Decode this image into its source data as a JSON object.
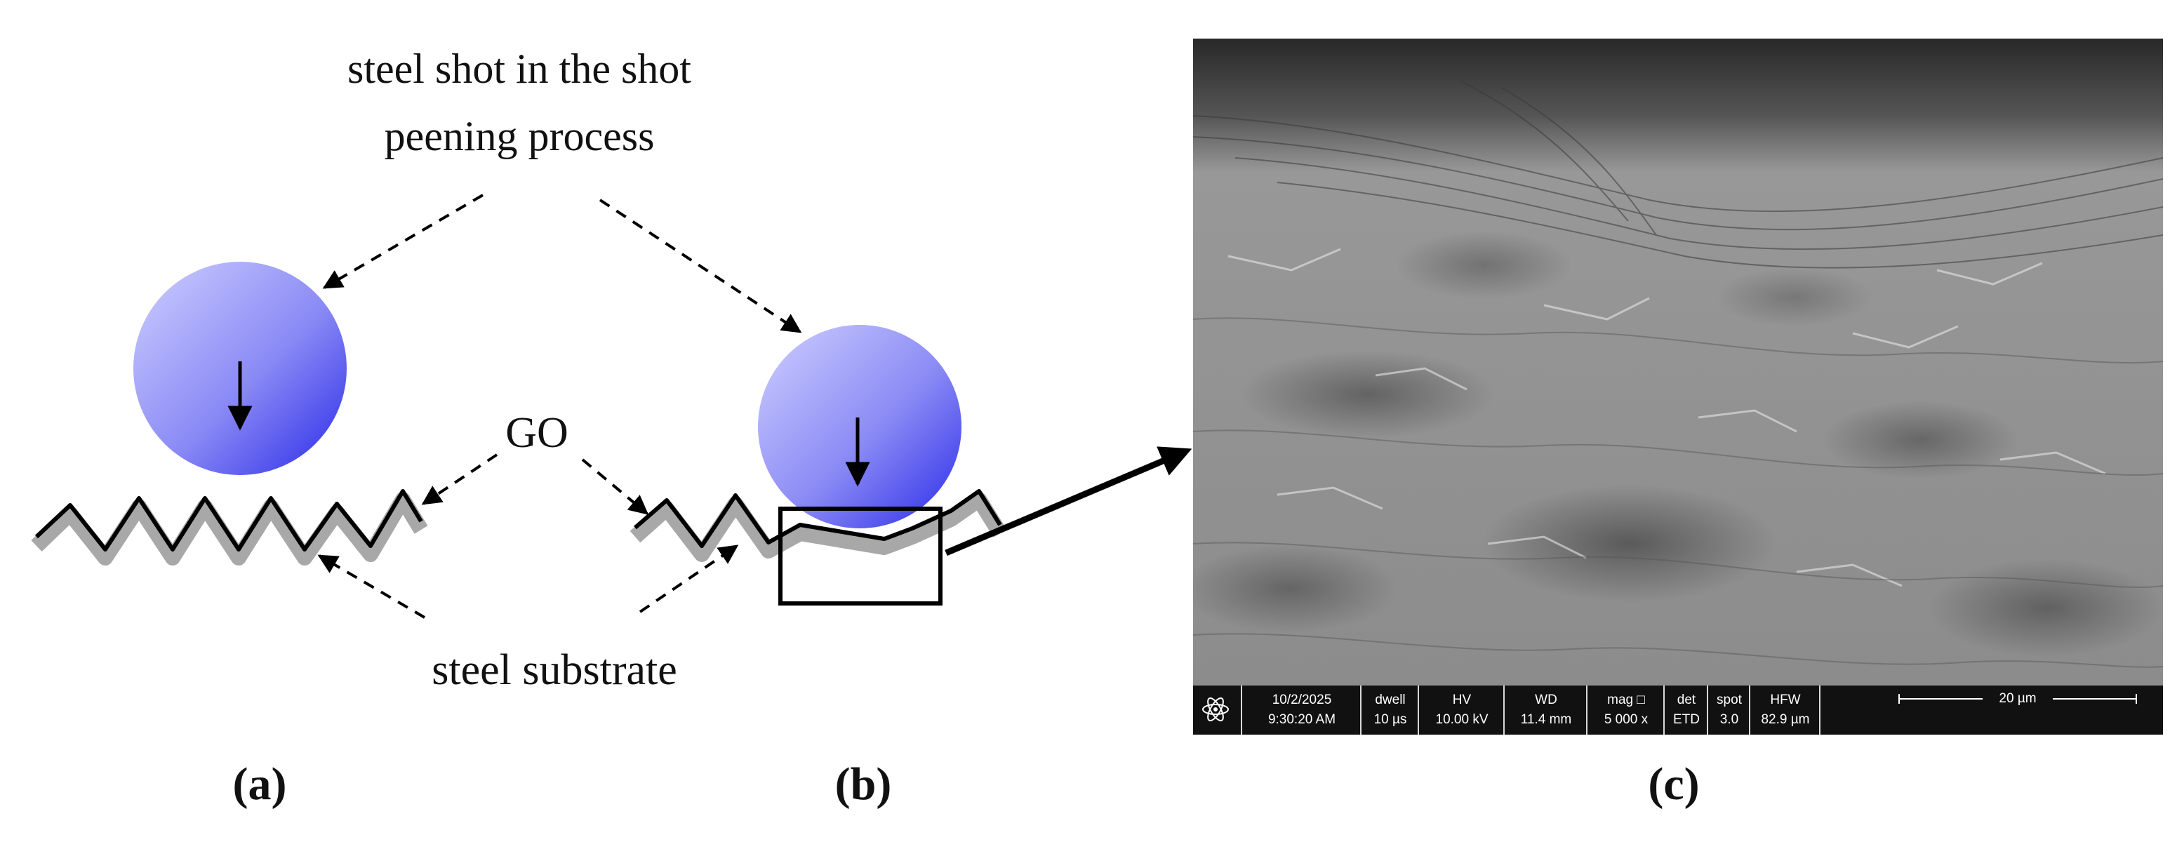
{
  "diagram": {
    "title_line1": "steel shot in the shot",
    "title_line2": "peening process",
    "go_label": "GO",
    "substrate_label": "steel substrate",
    "panels": [
      "(a)",
      "(b)",
      "(c)"
    ],
    "colors": {
      "shot_light": "#c9c9ff",
      "shot_dark": "#2a2ae8",
      "outline": "#000000",
      "coating": "#a8a8a8"
    }
  },
  "sem_bar": {
    "date": "10/2/2025",
    "time": "9:30:20 AM",
    "dwell_label": "dwell",
    "dwell_value": "10 µs",
    "hv_label": "HV",
    "hv_value": "10.00 kV",
    "wd_label": "WD",
    "wd_value": "11.4 mm",
    "mag_label": "mag □",
    "mag_value": "5 000 x",
    "det_label": "det",
    "det_value": "ETD",
    "spot_label": "spot",
    "spot_value": "3.0",
    "hfw_label": "HFW",
    "hfw_value": "82.9 µm",
    "scale_label": "20 µm"
  }
}
